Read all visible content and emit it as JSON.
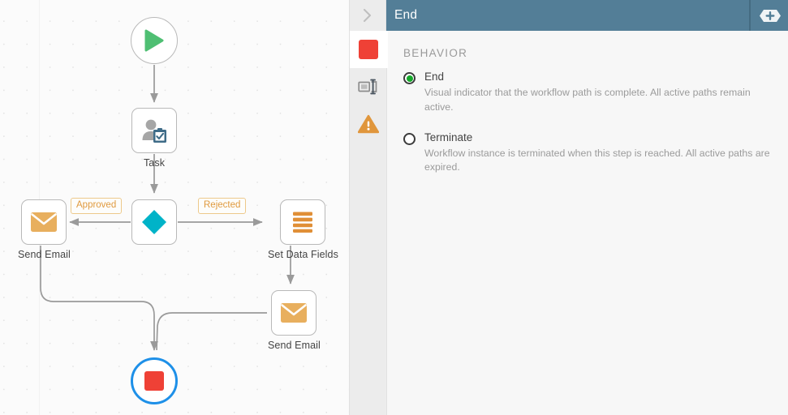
{
  "canvas": {
    "nodes": [
      {
        "id": "start",
        "type": "start-node",
        "icon": "play-icon",
        "label": ""
      },
      {
        "id": "task",
        "type": "task-node",
        "icon": "user-task-icon",
        "label": "Task"
      },
      {
        "id": "decision",
        "type": "decision-node",
        "icon": "diamond-icon",
        "label": ""
      },
      {
        "id": "send-email-left",
        "type": "send-email-node",
        "icon": "envelope-icon",
        "label": "Send Email"
      },
      {
        "id": "set-data-fields",
        "type": "set-data-fields-node",
        "icon": "data-fields-icon",
        "label": "Set Data Fields"
      },
      {
        "id": "send-email-right",
        "type": "send-email-node",
        "icon": "envelope-icon",
        "label": "Send Email"
      },
      {
        "id": "end",
        "type": "end-node",
        "icon": "stop-square-icon",
        "label": "",
        "selected": true
      }
    ],
    "edge_labels": [
      {
        "id": "approved",
        "text": "Approved"
      },
      {
        "id": "rejected",
        "text": "Rejected"
      }
    ],
    "colors": {
      "start": "#4fbf73",
      "decision": "#00b3c8",
      "email": "#e8af5e",
      "data_fields": "#e08f37",
      "end": "#ef4136",
      "selection_ring": "#1e90e8",
      "edge": "#9a9a9a",
      "label_text": "#e09a3e",
      "label_border": "#edc98b"
    }
  },
  "panel": {
    "collapse_icon": "chevron-right-icon",
    "title": "End",
    "add_icon": "add-plus-icon",
    "header_color": "#537e97",
    "rail": [
      {
        "id": "general",
        "icon": "red-square-icon",
        "active": true
      },
      {
        "id": "properties",
        "icon": "input-field-icon",
        "active": false
      },
      {
        "id": "warnings",
        "icon": "warning-triangle-icon",
        "active": false
      }
    ],
    "section": {
      "title": "BEHAVIOR",
      "options": [
        {
          "id": "end",
          "label": "End",
          "description": "Visual indicator that the workflow path is complete. All active paths remain active.",
          "selected": true
        },
        {
          "id": "terminate",
          "label": "Terminate",
          "description": "Workflow instance is terminated when this step is reached. All active paths are expired.",
          "selected": false
        }
      ]
    }
  }
}
